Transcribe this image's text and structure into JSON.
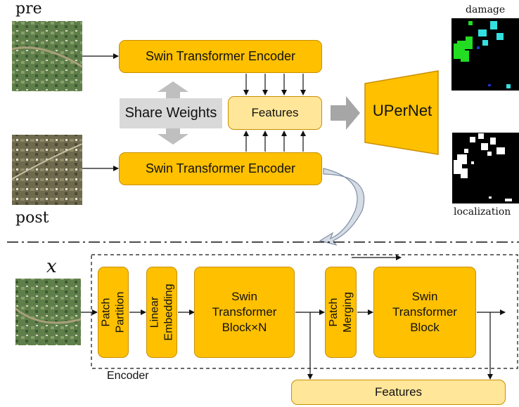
{
  "top": {
    "pre_label": "pre",
    "post_label": "post",
    "encoder_top_label": "Swin Transformer Encoder",
    "encoder_bottom_label": "Swin Transformer Encoder",
    "share_weights_label": "Share Weights",
    "features_label": "Features",
    "upernet_label": "UPerNet",
    "damage_label": "damage",
    "localization_label": "localization"
  },
  "bottom": {
    "input_label": "x",
    "patch_partition_label": "Patch\nPartition",
    "linear_embedding_label": "Linear\nEmbedding",
    "swin_block_n_label": "Swin\nTransformer\nBlock×N",
    "patch_merging_label": "Patch\nMerging",
    "swin_block_label": "Swin\nTransformer\nBlock",
    "encoder_label": "Encoder",
    "features_label": "Features"
  },
  "colors": {
    "orange": "#ffc000",
    "pale_orange": "#ffe699",
    "gray": "#bfbfbf",
    "damage_green": "#22dd22",
    "damage_cyan": "#33e0e0"
  }
}
